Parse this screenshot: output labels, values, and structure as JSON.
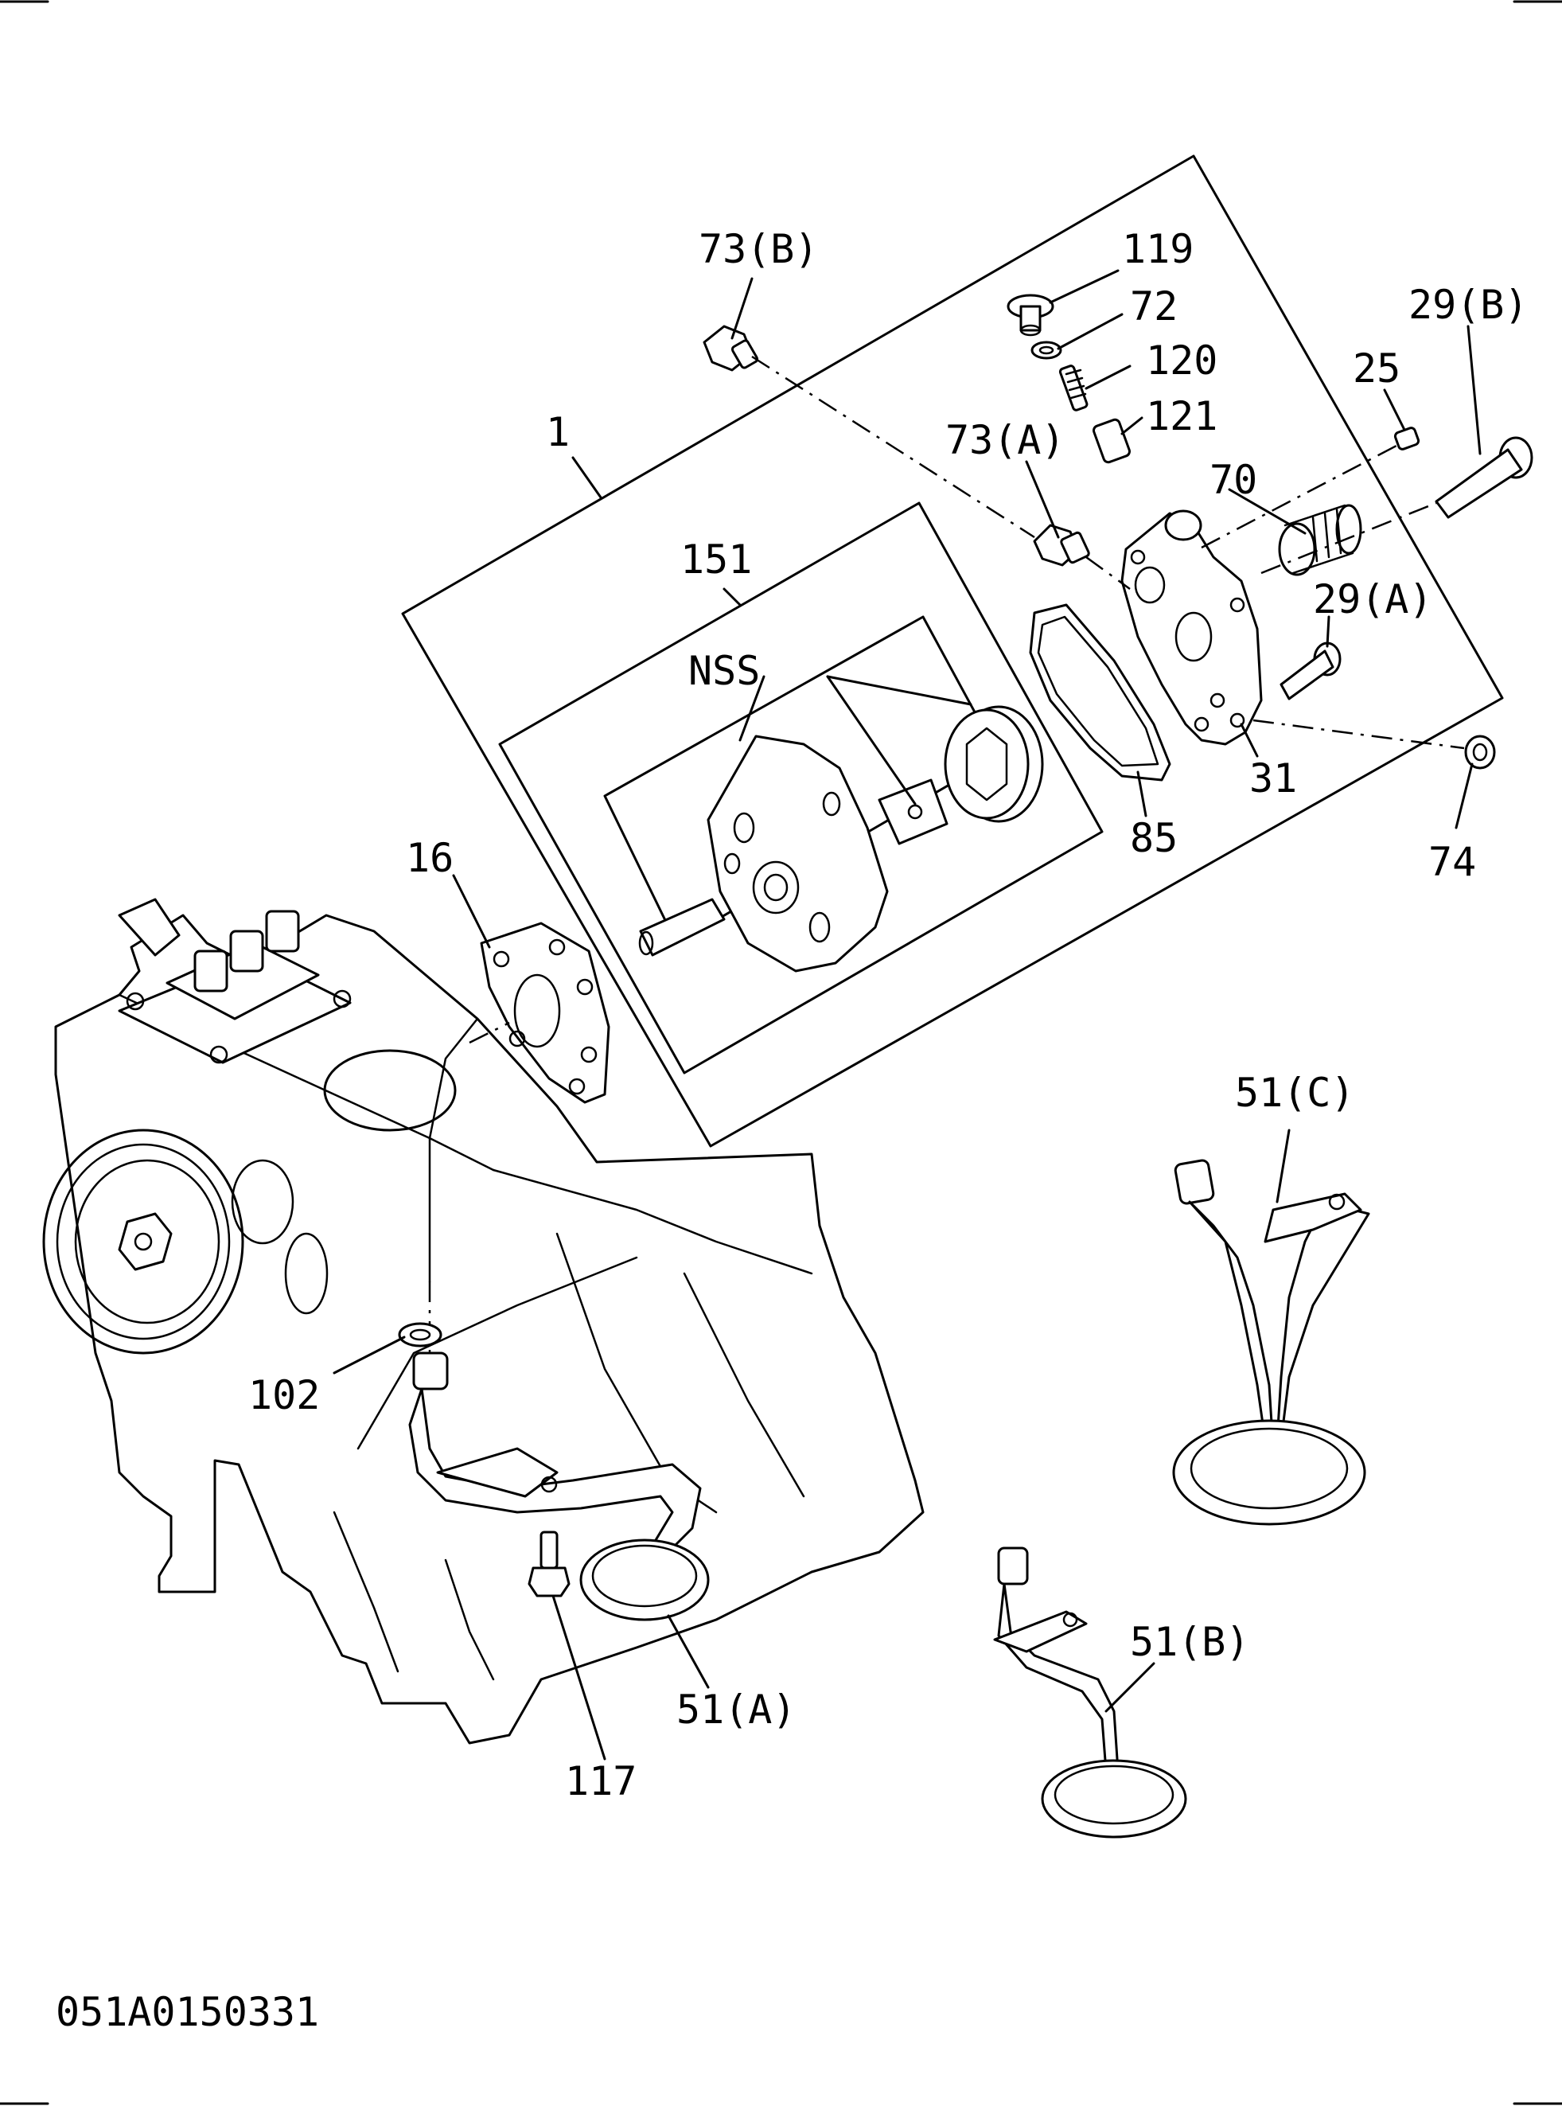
{
  "diagram": {
    "drawing_number": "051A0150331",
    "callouts": {
      "p73b": "73(B)",
      "p119": "119",
      "p72": "72",
      "p120": "120",
      "p121": "121",
      "p29b": "29(B)",
      "p25": "25",
      "p1": "1",
      "p73a": "73(A)",
      "p70": "70",
      "p151": "151",
      "p29a": "29(A)",
      "nss": "NSS",
      "p31": "31",
      "p74": "74",
      "p85": "85",
      "p16": "16",
      "p51c": "51(C)",
      "p102": "102",
      "p51a": "51(A)",
      "p117": "117",
      "p51b": "51(B)"
    }
  }
}
